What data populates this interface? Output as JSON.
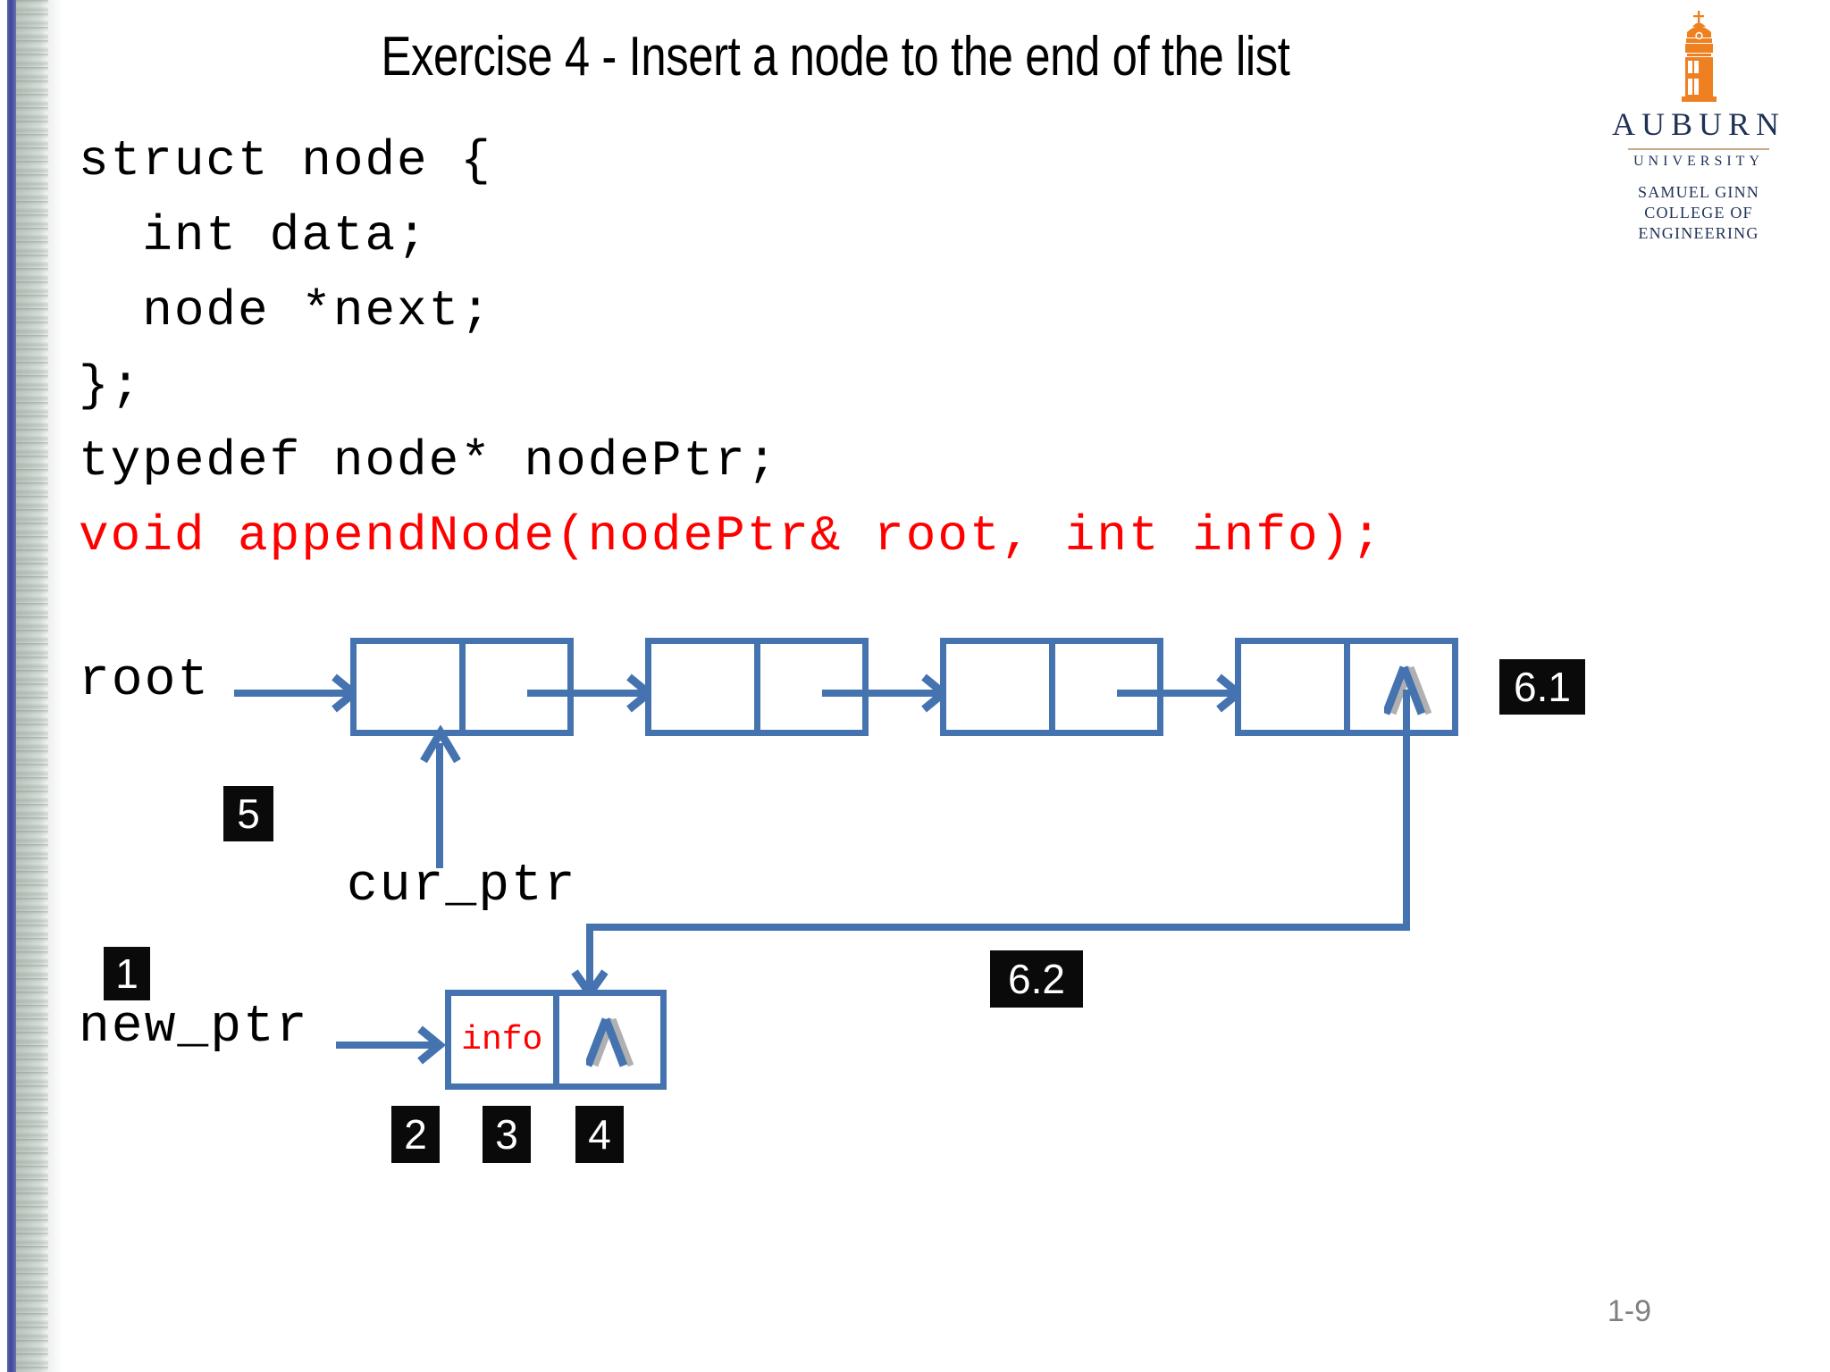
{
  "slide": {
    "title": "Exercise 4 - Insert a node to the end of the list",
    "page_number": "1-9",
    "background": "#ffffff",
    "accent_blue": "#4573b0",
    "code_red": "#ff0000",
    "badge_bg": "#0a0a0a",
    "shadow_gray": "#c8c8c8"
  },
  "logo": {
    "name": "Auburn University Samuel Ginn College of Engineering",
    "tower_color": "#ef8022",
    "text_color": "#1f3157",
    "line1": "AUBURN",
    "line2": "UNIVERSITY",
    "line3": "SAMUEL GINN",
    "line4": "COLLEGE OF ENGINEERING"
  },
  "code": {
    "lines": [
      {
        "text": "struct node {",
        "color": "black"
      },
      {
        "text": "  int data;",
        "color": "black"
      },
      {
        "text": "  node *next;",
        "color": "black"
      },
      {
        "text": "};",
        "color": "black"
      },
      {
        "text": "typedef node* nodePtr;",
        "color": "black"
      },
      {
        "text": "void appendNode(nodePtr& root, int info);",
        "color": "red"
      }
    ]
  },
  "diagram": {
    "pointers": {
      "root": "root",
      "cur_ptr": "cur_ptr",
      "new_ptr": "new_ptr"
    },
    "new_node_data": "info",
    "null_symbol": "Λ",
    "list_nodes": [
      {
        "data": "",
        "next": "arrow"
      },
      {
        "data": "",
        "next": "arrow"
      },
      {
        "data": "",
        "next": "arrow"
      },
      {
        "data": "",
        "next": "null"
      }
    ],
    "badges": [
      {
        "id": "badge-1",
        "label": "1"
      },
      {
        "id": "badge-2",
        "label": "2"
      },
      {
        "id": "badge-3",
        "label": "3"
      },
      {
        "id": "badge-4",
        "label": "4"
      },
      {
        "id": "badge-5",
        "label": "5"
      },
      {
        "id": "badge-6-1",
        "label": "6.1"
      },
      {
        "id": "badge-6-2",
        "label": "6.2"
      }
    ]
  }
}
